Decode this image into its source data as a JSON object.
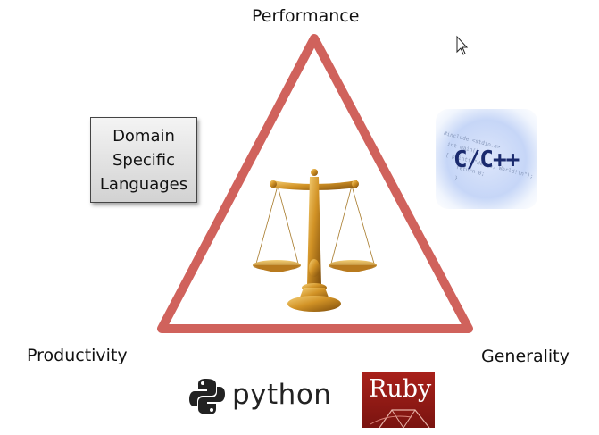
{
  "labels": {
    "top": "Performance",
    "left": "Productivity",
    "right": "Generality"
  },
  "dsl_box": {
    "lines": [
      "Domain",
      "Specific",
      "Languages"
    ]
  },
  "ccpp_logo": {
    "text": "C/C++",
    "code_lines": [
      "#include <stdio.h>",
      "int main()",
      "{  printf(\"Hello, World!\\n\");",
      "   return 0;",
      "}"
    ]
  },
  "python_logo": {
    "text": "python"
  },
  "ruby_logo": {
    "text": "Ruby"
  },
  "icons": [
    "cursor-arrow-icon",
    "balance-scale-icon",
    "python-snake-icon",
    "ruby-gem-icon"
  ],
  "colors": {
    "triangle": "#d0625c",
    "scale_gold": "#c98a1f",
    "ruby_red": "#9a1b16"
  }
}
